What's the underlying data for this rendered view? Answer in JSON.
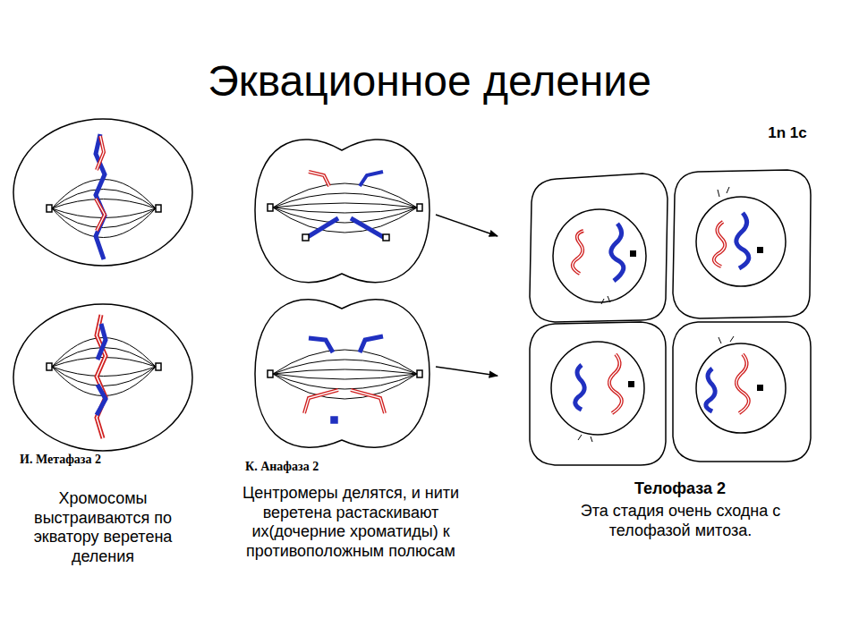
{
  "diagram": {
    "title": "Эквационное деление",
    "labels": [
      "1n 1c",
      "И. Метафаза 2",
      "К. Анафаза 2",
      "Хромосомы выстраиваются по экватору веретена деления",
      "Центромеры делятся, и нити веретена растаскивают их(дочерние хроматиды) к противоположным полюсам",
      "Телофаза 2",
      "Эта стадия очень сходна с телофазой митоза."
    ]
  }
}
